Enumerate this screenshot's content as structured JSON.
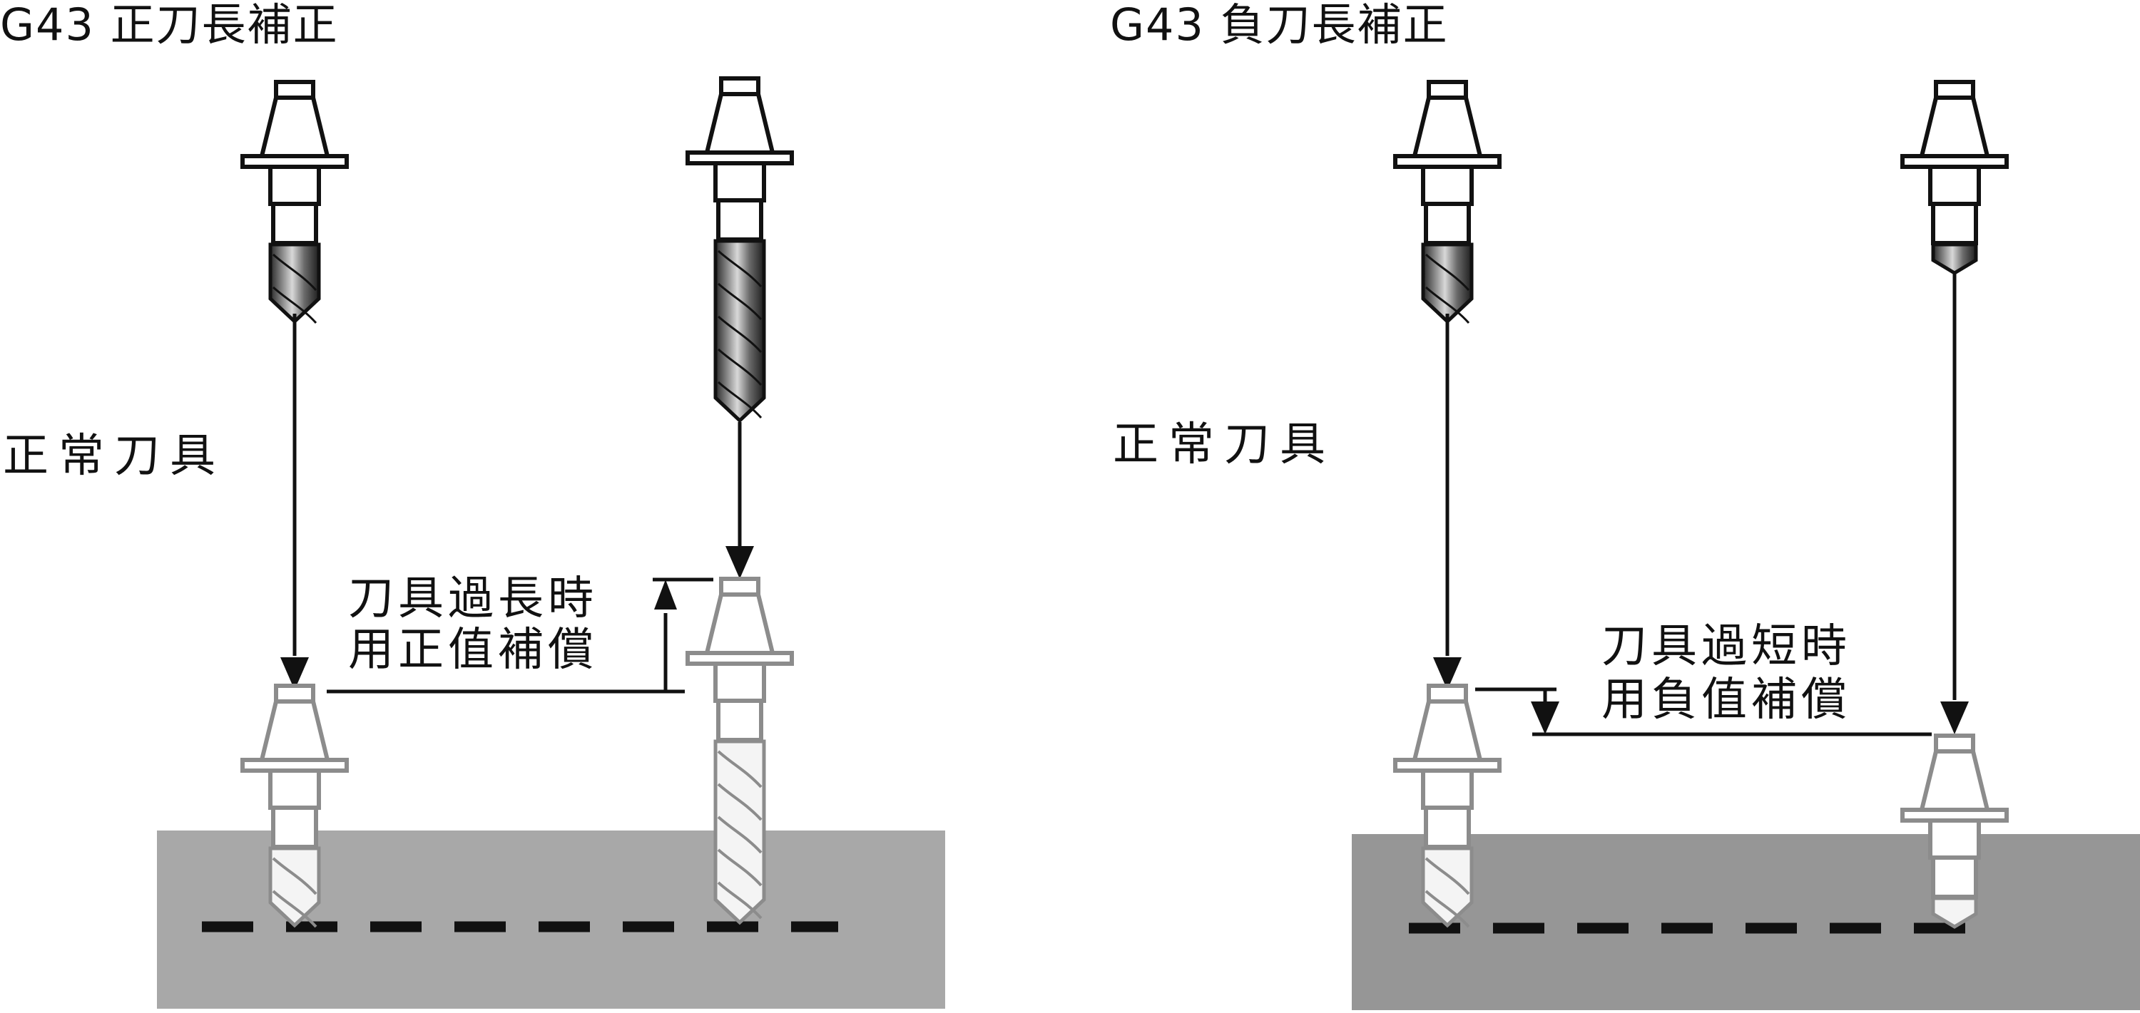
{
  "left": {
    "title": "G43 正刀長補正",
    "side_label": "正常刀具",
    "note_line1": "刀具過長時",
    "note_line2": "用正值補償",
    "workpiece_color": "#a8a8a8"
  },
  "right": {
    "title": "G43 負刀長補正",
    "side_label": "正常刀具",
    "note_line1": "刀具過短時",
    "note_line2": "用負值補償",
    "workpiece_color": "#969696"
  },
  "colors": {
    "line": "#111111",
    "ghost_tool": "#8c8c8c",
    "background": "#ffffff"
  },
  "icons": [
    "tool-holder-icon",
    "drill-bit-icon",
    "arrow-down-icon",
    "arrow-up-icon"
  ]
}
